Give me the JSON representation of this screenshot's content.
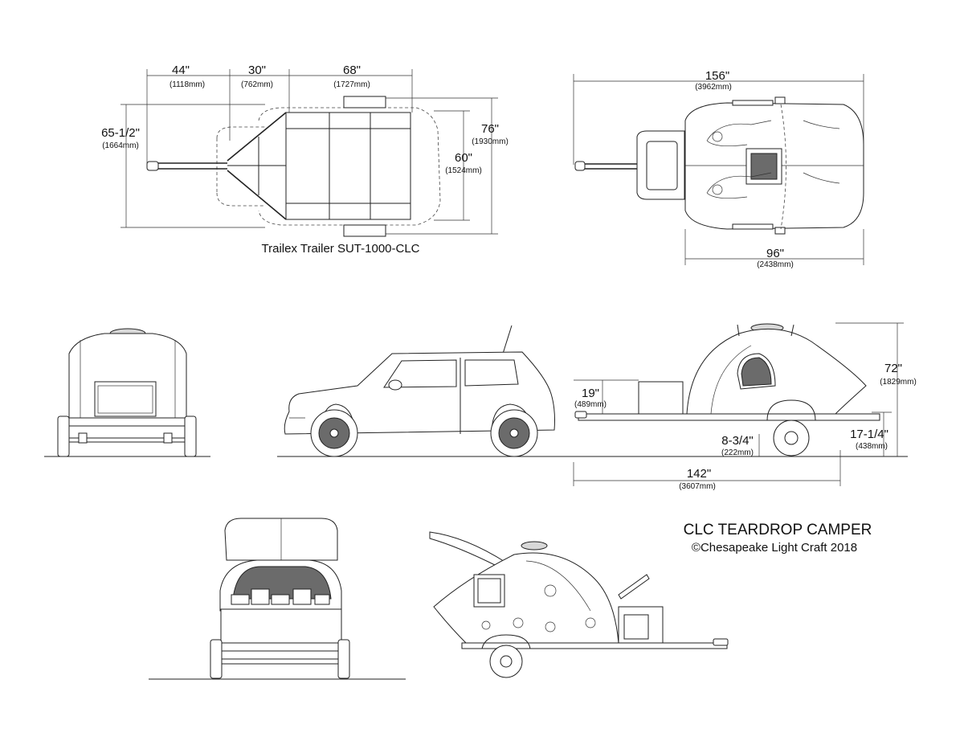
{
  "trailer_plan": {
    "dim_44": "44\"",
    "dim_44_mm": "(1118mm)",
    "dim_30": "30\"",
    "dim_30_mm": "(762mm)",
    "dim_68": "68\"",
    "dim_68_mm": "(1727mm)",
    "dim_65": "65-1/2\"",
    "dim_65_mm": "(1664mm)",
    "dim_76": "76\"",
    "dim_76_mm": "(1930mm)",
    "dim_60": "60\"",
    "dim_60_mm": "(1524mm)",
    "caption": "Trailex Trailer SUT-1000-CLC"
  },
  "camper_plan": {
    "dim_156": "156\"",
    "dim_156_mm": "(3962mm)",
    "dim_96": "96\"",
    "dim_96_mm": "(2438mm)"
  },
  "camper_side": {
    "dim_72": "72\"",
    "dim_72_mm": "(1829mm)",
    "dim_19": "19\"",
    "dim_19_mm": "(489mm)",
    "dim_834": "8-3/4\"",
    "dim_834_mm": "(222mm)",
    "dim_1714": "17-1/4\"",
    "dim_1714_mm": "(438mm)",
    "dim_142": "142\"",
    "dim_142_mm": "(3607mm)"
  },
  "credits": {
    "title": "CLC TEARDROP CAMPER",
    "copyright": "©Chesapeake Light Craft 2018"
  }
}
